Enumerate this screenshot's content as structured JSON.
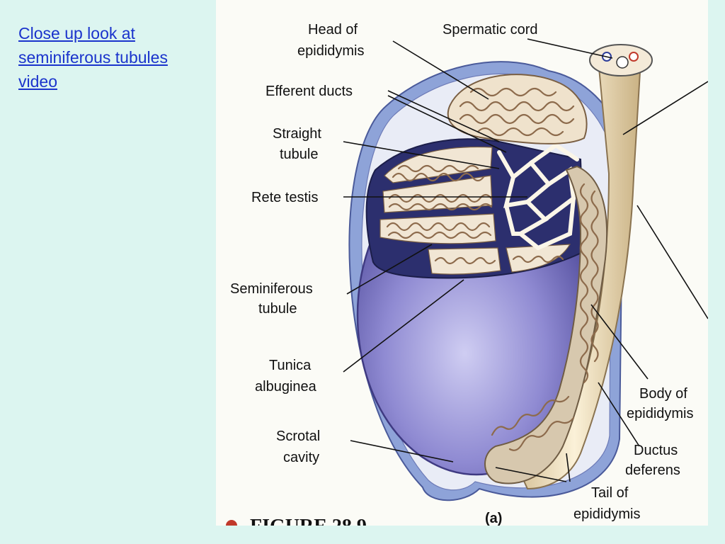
{
  "link": {
    "line1": "Close up look at",
    "line2": "seminiferous tubules",
    "line3": "video"
  },
  "figure": {
    "panel_letter": "(a)",
    "caption": "FIGURE 28.9",
    "labels": {
      "head_epididymis": [
        "Head of",
        "epididymis"
      ],
      "spermatic_cord": "Spermatic cord",
      "efferent_ducts": "Efferent ducts",
      "straight_tubule": [
        "Straight",
        "tubule"
      ],
      "rete_testis": "Rete testis",
      "seminiferous_tubule": [
        "Seminiferous",
        "tubule"
      ],
      "tunica_albuginea": [
        "Tunica",
        "albuginea"
      ],
      "scrotal_cavity": [
        "Scrotal",
        "cavity"
      ],
      "body_epididymis": [
        "Body of",
        "epididymis"
      ],
      "ductus_deferens": [
        "Ductus",
        "deferens"
      ],
      "tail_epididymis": [
        "Tail of",
        "epididymis"
      ]
    }
  }
}
